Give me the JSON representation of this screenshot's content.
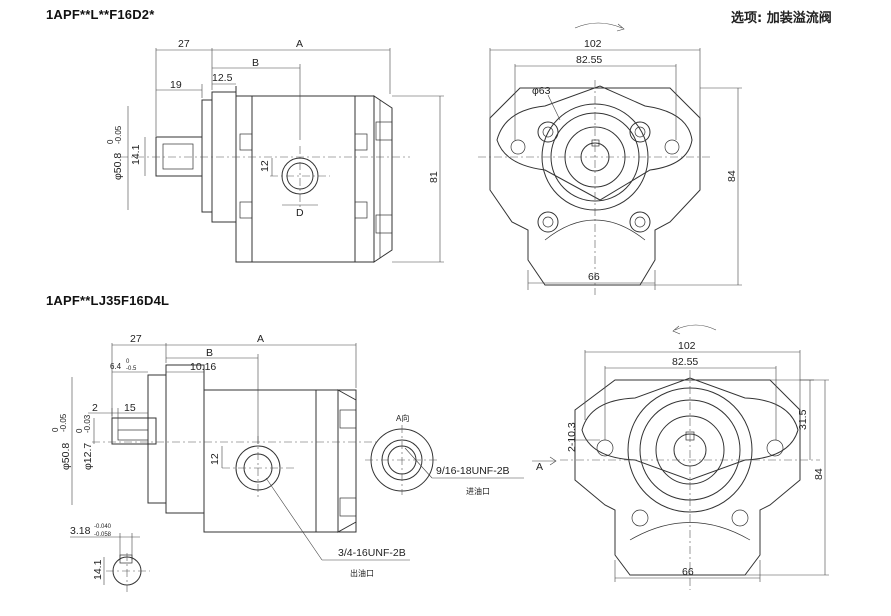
{
  "titles": {
    "top": "1APF**L**F16D2*",
    "bottom": "1APF**LJ35F16D4L",
    "option": "选项: 加装溢流阀"
  },
  "top_side": {
    "dim_27": "27",
    "dim_A": "A",
    "dim_19": "19",
    "dim_B": "B",
    "dim_12_5": "12.5",
    "dim_14_1": "14.1",
    "dim_shaft": "φ50.8",
    "dim_shaft_tol_top": "0",
    "dim_shaft_tol_bot": "-0.05",
    "dim_12": "12",
    "dim_D": "D",
    "dim_81": "81"
  },
  "top_front": {
    "dim_102": "102",
    "dim_82_55": "82.55",
    "dim_63": "φ63",
    "dim_84": "84",
    "dim_66": "66"
  },
  "bottom_side": {
    "dim_27": "27",
    "dim_A": "A",
    "dim_6_4": "6.4",
    "dim_6_4_tol_top": "0",
    "dim_6_4_tol_bot": "-0.5",
    "dim_B": "B",
    "dim_10_16": "10.16",
    "dim_2": "2",
    "dim_15": "15",
    "dim_shaft": "φ50.8",
    "dim_shaft_tol_top": "0",
    "dim_shaft_tol_bot": "-0.05",
    "dim_key": "φ12.7",
    "dim_key_tol_top": "0",
    "dim_key_tol_bot": "-0.03",
    "dim_12": "12",
    "outlet_thread": "3/4-16UNF-2B",
    "outlet_label": "出油口"
  },
  "bottom_detail": {
    "view_label": "A向",
    "inlet_thread": "9/16-18UNF-2B",
    "inlet_label": "进油口"
  },
  "bottom_key": {
    "dim_3_18": "3.18",
    "dim_3_18_tol_top": "-0.040",
    "dim_3_18_tol_bot": "-0.058",
    "dim_14_1": "14.1"
  },
  "bottom_front": {
    "dim_102": "102",
    "dim_82_55": "82.55",
    "dim_2_10_3": "2-10.3",
    "dim_31_5": "31.5",
    "dim_84": "84",
    "dim_66": "66",
    "view_arrow_label": "A"
  }
}
